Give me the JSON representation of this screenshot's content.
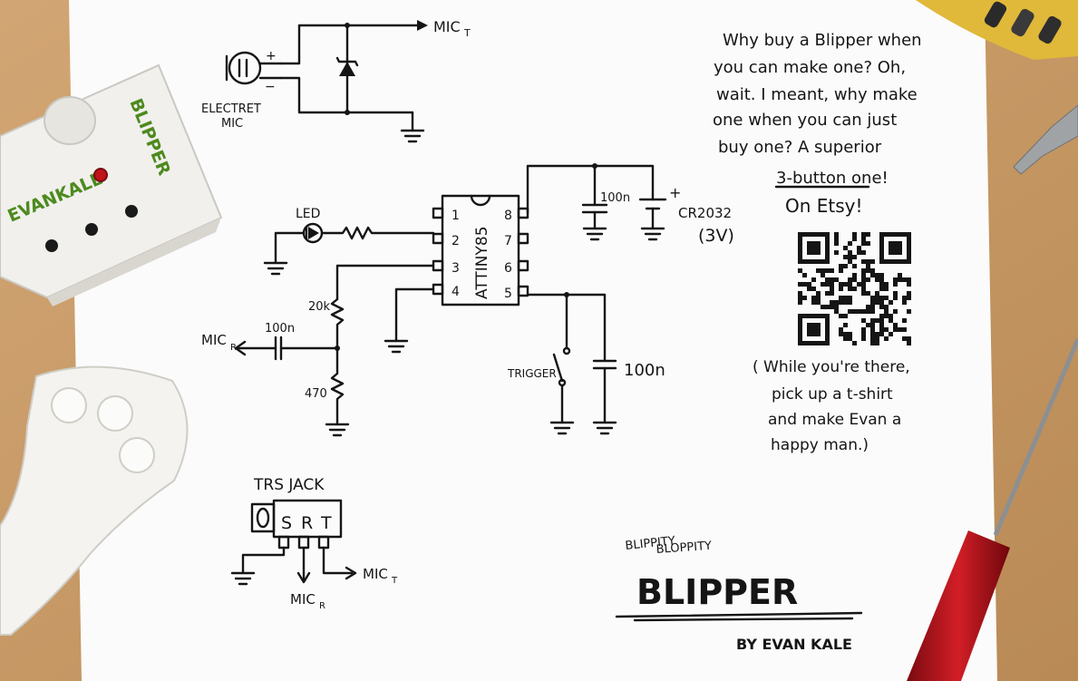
{
  "desk": {
    "color": "#c99e6a"
  },
  "paper": {
    "color": "#fafafa"
  },
  "ink_color": "#151515",
  "device": {
    "brand_left": "EVANKALE",
    "brand_right": "BLIPPER",
    "brand_color": "#4c8a1e",
    "led_color": "#c0121a"
  },
  "mic_section": {
    "label_line1": "ELECTRET",
    "label_line2": "MIC",
    "out_label": "MIC",
    "out_sub": "T",
    "plus": "+",
    "minus": "−"
  },
  "chip": {
    "name": "ATTINY85",
    "pins_left": [
      "1",
      "2",
      "3",
      "4"
    ],
    "pins_right": [
      "8",
      "7",
      "6",
      "5"
    ]
  },
  "led_label": "LED",
  "cap_top_label": "100n",
  "battery": {
    "label": "CR2032",
    "voltage": "(3V)",
    "plus": "+"
  },
  "resistor_upper": "20k",
  "resistor_lower": "470",
  "cap_input_label": "100n",
  "mic_r": {
    "label": "MIC",
    "sub": "R"
  },
  "trigger_label": "TRIGGER",
  "cap_right_label": "100n",
  "trs": {
    "title": "TRS JACK",
    "letters": [
      "S",
      "R",
      "T"
    ],
    "out_r_label": "MIC",
    "out_r_sub": "R",
    "out_t_label": "MIC",
    "out_t_sub": "T"
  },
  "note": {
    "lines": [
      "Why buy a Blipper when",
      "you can make one? Oh,",
      "wait. I meant, why make",
      "one when you can just",
      "buy one? A superior",
      "3-button one!",
      "On Etsy!"
    ],
    "paren_lines": [
      "( While you're there,",
      "pick up a t-shirt",
      "and make Evan a",
      "happy man.)"
    ]
  },
  "qr_code": {
    "icon": "qr-code-icon"
  },
  "title_block": {
    "small_line1": "BLIPPITY",
    "small_line2": "BLOPPITY",
    "title": "BLIPPER",
    "byline": "BY EVAN KALE"
  },
  "tools": {
    "screwdriver_handle_color": "#b3131b",
    "bit_holder_color": "#e0b83a"
  }
}
